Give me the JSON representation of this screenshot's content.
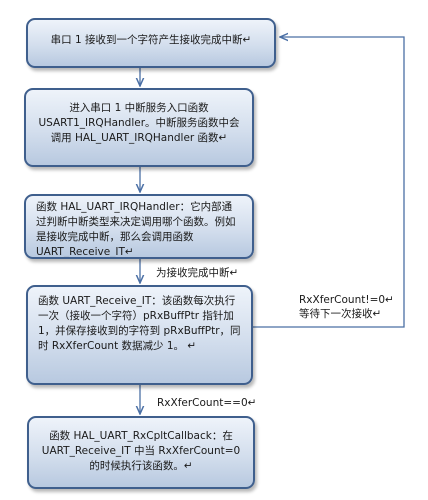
{
  "boxes": {
    "box1": "串口 1 接收到一个字符产生接收完成中断↵",
    "box2": "进入串口 1 中断服务入口函数 USART1_IRQHandler。中断服务函数中会调用 HAL_UART_IRQHandler 函数↵",
    "box3": "函数 HAL_UART_IRQHandler：它内部通过判断中断类型来决定调用哪个函数。例如是接收完成中断，那么会调用函数　UART_Receive_IT↵",
    "box4": "函数 UART_Receive_IT：该函数每次执行一次（接收一个字符）pRxBuffPtr 指针加 1，并保存接收到的字符到 pRxBuffPtr，同时 RxXferCount 数据减少 1。 ↵",
    "box5": "函数 HAL_UART_RxCpltCallback：在 UART_Receive_IT 中当 RxXferCount=0 的时候执行该函数。↵"
  },
  "labels": {
    "after_box3": "为接收完成中断↵",
    "loop_line1": "RxXferCount!=0↵",
    "loop_line2": "等待下一次接收↵",
    "after_box4": "RxXferCount==0↵"
  }
}
